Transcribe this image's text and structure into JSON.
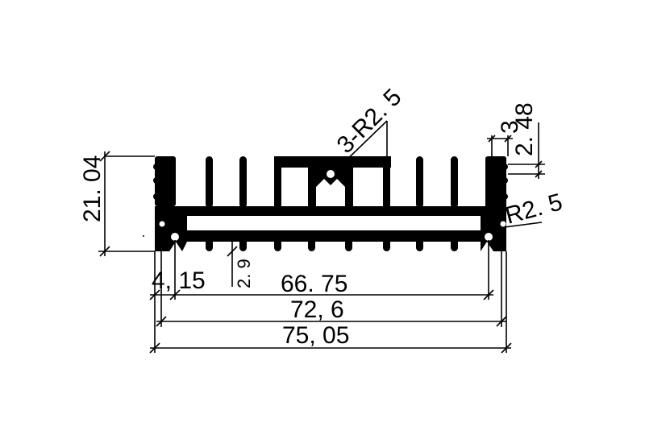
{
  "drawing": {
    "title": "Heatsink extrusion profile cross-section",
    "line_color": "#000000",
    "fill_color": "#000000",
    "background": "#ffffff"
  },
  "dimensions": {
    "height_overall": "21. 04",
    "fin_pitch_top_right": "3",
    "fin_gap_right": "2. 48",
    "fillet_radius_center": "3-R2. 5",
    "fillet_radius_right": "R2. 5",
    "base_offset_left": "4, 15",
    "small_gap": "2. 9",
    "hole_center_distance": "66. 75",
    "inner_width": "72, 6",
    "overall_width": "75, 05"
  }
}
